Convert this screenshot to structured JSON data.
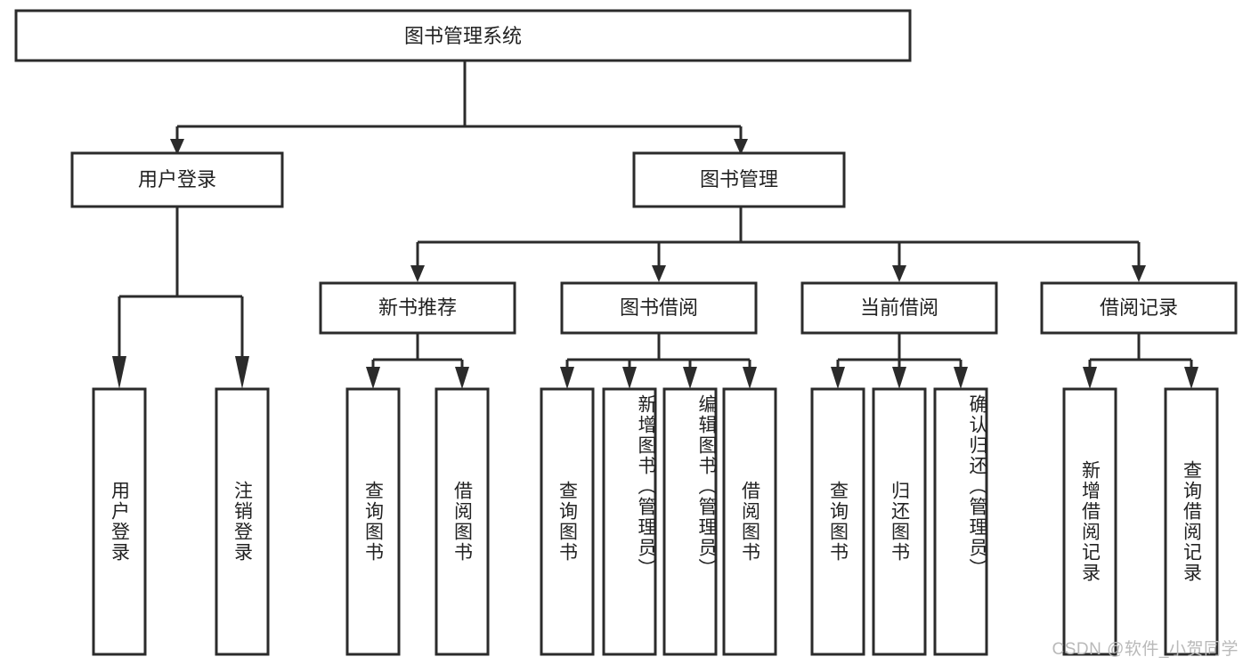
{
  "diagram": {
    "title": "图书管理系统",
    "type": "tree-hierarchy-diagram",
    "colors": {
      "box_stroke": "#2b2b2b",
      "box_fill": "#ffffff",
      "text": "#222222",
      "background": "#ffffff",
      "watermark": "#b9b9b9"
    },
    "root": {
      "label": "图书管理系统"
    },
    "level1": [
      {
        "label": "用户登录"
      },
      {
        "label": "图书管理"
      }
    ],
    "level2": [
      {
        "label": "新书推荐"
      },
      {
        "label": "图书借阅"
      },
      {
        "label": "当前借阅"
      },
      {
        "label": "借阅记录"
      }
    ],
    "leaves": {
      "user_login": [
        {
          "label": "用户登录"
        },
        {
          "label": "注销登录"
        }
      ],
      "new_book_recommend": [
        {
          "label": "查询图书"
        },
        {
          "label": "借阅图书"
        }
      ],
      "book_borrow": [
        {
          "label": "查询图书"
        },
        {
          "label": "新增图书（管理员）"
        },
        {
          "label": "编辑图书（管理员）"
        },
        {
          "label": "借阅图书"
        }
      ],
      "current_borrow": [
        {
          "label": "查询图书"
        },
        {
          "label": "归还图书"
        },
        {
          "label": "确认归还（管理员）"
        }
      ],
      "borrow_records": [
        {
          "label": "新增借阅记录"
        },
        {
          "label": "查询借阅记录"
        }
      ]
    }
  },
  "watermark": {
    "text": "CSDN @软件_小贺同学"
  }
}
